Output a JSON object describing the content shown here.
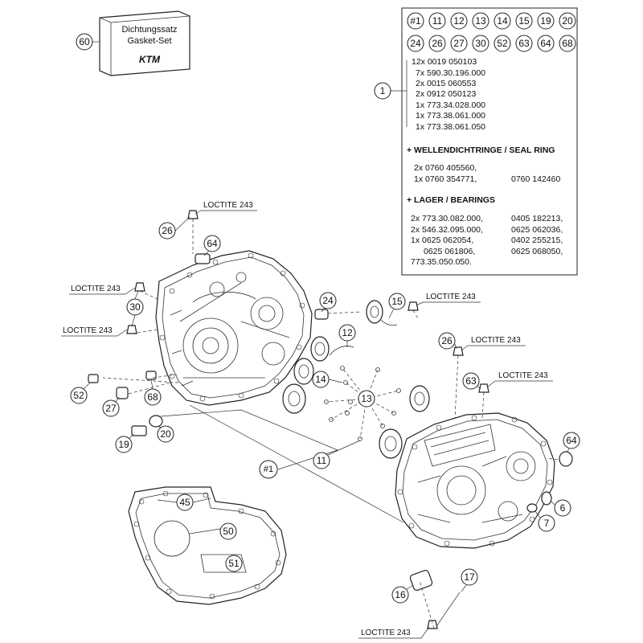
{
  "gasket_box": {
    "line1": "Dichtungssatz",
    "line2": "Gasket-Set",
    "brand": "KTM",
    "number": "60"
  },
  "info_box": {
    "bubbles_row1": [
      "#1",
      "11",
      "12",
      "13",
      "14",
      "15",
      "19",
      "20"
    ],
    "bubbles_row2": [
      "24",
      "26",
      "27",
      "30",
      "52",
      "63",
      "64",
      "68"
    ],
    "ref_number": "1",
    "parts": [
      "12x 0019 050103",
      "7x 590.30.196.000",
      "2x 0015 060553",
      "2x 0912 050123",
      "1x 773.34.028.000",
      "1x 773.38.061.000",
      "1x 773.38.061.050"
    ],
    "seal_heading": "+ WELLENDICHTRINGE /  SEAL RING",
    "seal_lines": [
      {
        "left": "2x 0760 405560,",
        "right": ""
      },
      {
        "left": "1x 0760 354771,",
        "right": "0760 142460"
      }
    ],
    "bearing_heading": "+ LAGER / BEARINGS",
    "bearing_lines": [
      {
        "left": "2x 773.30.082.000,",
        "right": "0405 182213,"
      },
      {
        "left": "2x 546.32.095.000,",
        "right": "0625 062036,"
      },
      {
        "left": "1x 0625 062054,",
        "right": "0402 255215,"
      },
      {
        "left": "0625 061806,",
        "right": "0625 068050,"
      },
      {
        "left": "773.35.050.050.",
        "right": ""
      }
    ]
  },
  "callouts": {
    "loctite": "LOCTITE 243",
    "n26a": "26",
    "n64a": "64",
    "n30": "30",
    "n24": "24",
    "n15": "15",
    "n12": "12",
    "n26b": "26",
    "n63": "63",
    "n14": "14",
    "n13": "13",
    "n52": "52",
    "n27": "27",
    "n68": "68",
    "n19": "19",
    "n20": "20",
    "n11": "11",
    "n64b": "64",
    "n1": "#1",
    "n45": "45",
    "n50": "50",
    "n51": "51",
    "n6": "6",
    "n7": "7",
    "n16": "16",
    "n17": "17"
  }
}
